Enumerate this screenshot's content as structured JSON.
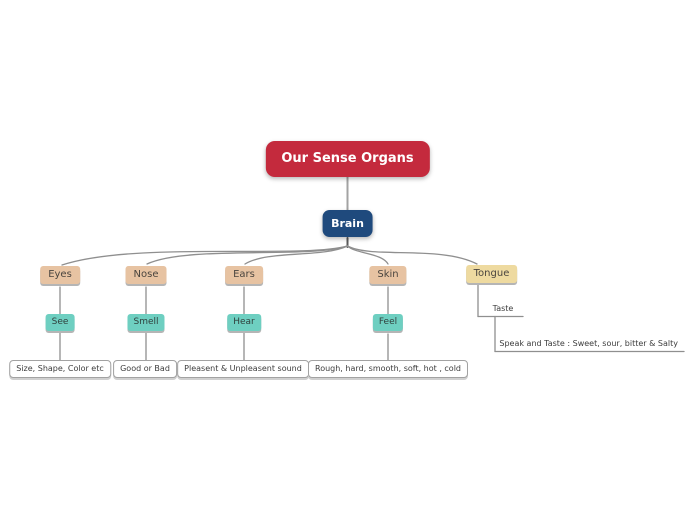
{
  "nodes": {
    "root": {
      "label": "Our Sense Organs"
    },
    "brain": {
      "label": "Brain"
    }
  },
  "branches": [
    {
      "organ": "Eyes",
      "sense": "See",
      "detail": "Size, Shape, Color etc"
    },
    {
      "organ": "Nose",
      "sense": "Smell",
      "detail": "Good or Bad"
    },
    {
      "organ": "Ears",
      "sense": "Hear",
      "detail": "Pleasent & Unpleasent sound"
    },
    {
      "organ": "Skin",
      "sense": "Feel",
      "detail": "Rough, hard, smooth, soft, hot , cold"
    },
    {
      "organ": "Tongue",
      "sense": "Taste",
      "detail": "Speak and Taste : Sweet, sour, bitter & Salty"
    }
  ],
  "colors": {
    "root_bg": "#c42a3d",
    "root_text": "#ffffff",
    "brain_bg": "#1f4a7d",
    "brain_text": "#ffffff",
    "organ_bg": "#e7c3a2",
    "tongue_bg": "#eedaa0",
    "sense_bg": "#6ecfc1",
    "leaf_bg": "#ffffff",
    "leaf_border": "#a2a2a2",
    "connector": "#8f8f8f"
  }
}
